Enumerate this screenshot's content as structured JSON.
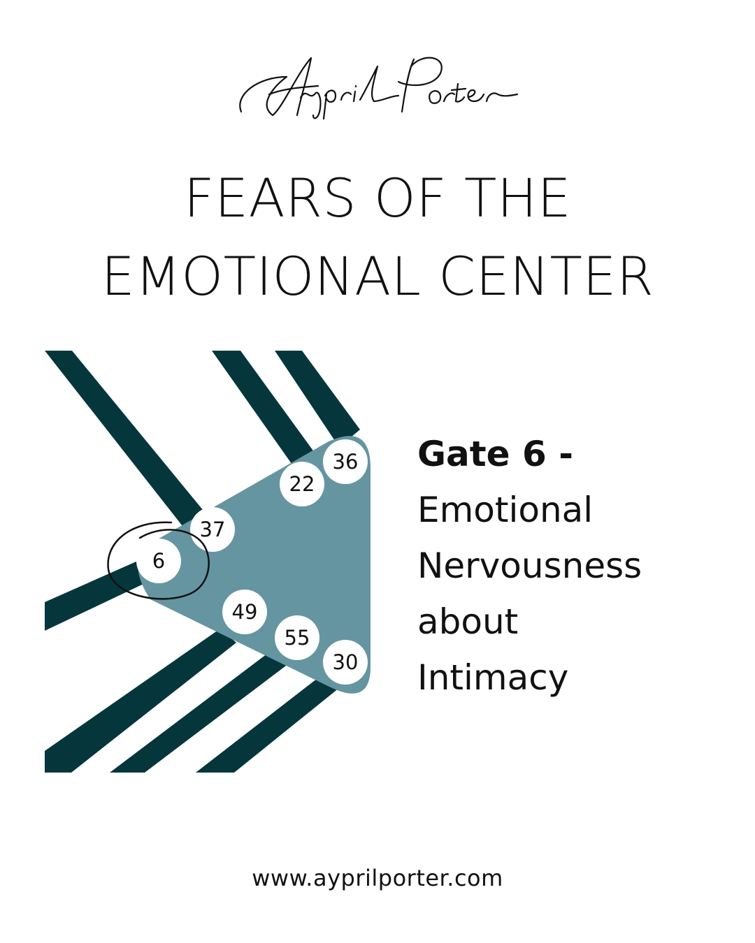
{
  "brand": {
    "signature": "Aypril Porter"
  },
  "title": {
    "line1": "FEARS OF THE",
    "line2": "EMOTIONAL CENTER"
  },
  "gate": {
    "heading": "Gate 6 -",
    "lines": [
      "Emotional",
      "Nervousness",
      "about",
      "Intimacy"
    ]
  },
  "center": {
    "gates": [
      "36",
      "22",
      "37",
      "6",
      "49",
      "55",
      "30"
    ],
    "highlighted_gate": "6"
  },
  "colors": {
    "channels": "#05363c",
    "center": "#6595a1",
    "gate_circle": "#ffffff",
    "text": "#111111"
  },
  "footer": {
    "url": "www.ayprilporter.com"
  }
}
